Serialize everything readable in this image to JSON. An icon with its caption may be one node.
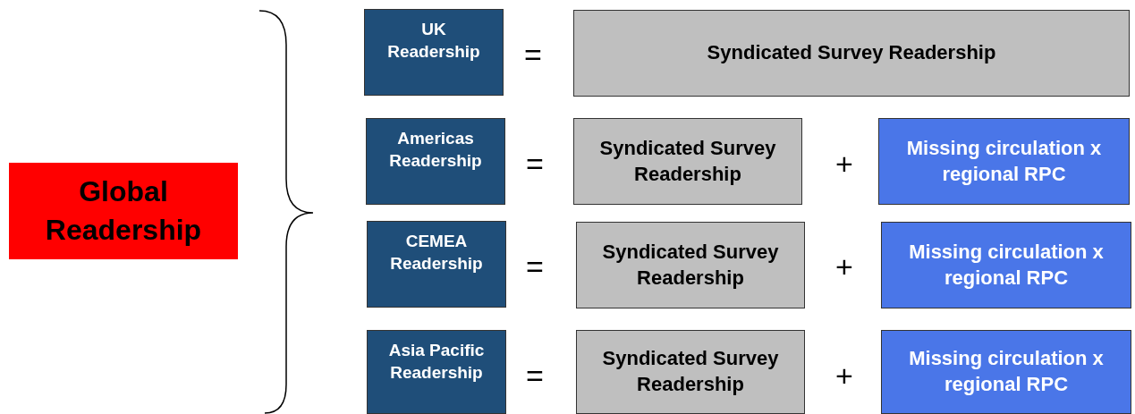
{
  "diagram": {
    "nodes": [
      {
        "text": [
          "Global Readership"
        ]
      },
      {
        "text": [
          "UK Readership"
        ]
      },
      {
        "text": [
          "Syndicated Survey Readership"
        ]
      },
      {
        "text": [
          "Americas Readership"
        ]
      },
      {
        "text": [
          "Syndicated Survey Readership"
        ]
      },
      {
        "text": [
          "Missing circulation x regional RPC"
        ]
      },
      {
        "text": [
          "CEMEA Readership"
        ]
      },
      {
        "text": [
          "Syndicated Survey Readership"
        ]
      },
      {
        "text": [
          "Missing circulation x regional RPC"
        ]
      },
      {
        "text": [
          "Asia Pacific Readership"
        ]
      },
      {
        "text": [
          "Syndicated Survey Readership"
        ]
      },
      {
        "text": [
          "Missing circulation x regional RPC"
        ]
      }
    ],
    "labels": [
      "=",
      "=",
      "+",
      "=",
      "+",
      "=",
      "+"
    ]
  }
}
